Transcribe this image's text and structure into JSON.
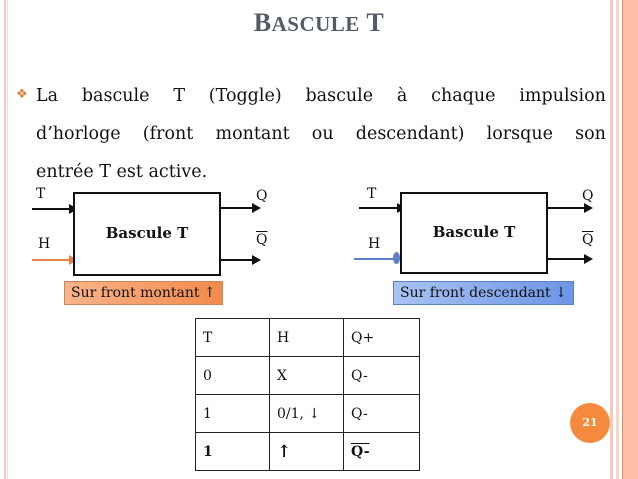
{
  "slide": {
    "title_first": "B",
    "title_rest": "ASCULE",
    "title_last": "T",
    "title_full": "Bascule T",
    "paragraph": {
      "line1": [
        "La",
        "bascule",
        "T",
        "(Toggle)",
        "bascule",
        "à",
        "chaque",
        "impulsion"
      ],
      "line2": [
        "d’horloge",
        "(front",
        "montant",
        "ou",
        "descendant)",
        "lorsque",
        "son"
      ],
      "line3": "entrée T est active."
    },
    "diagram_left": {
      "input_t": "T",
      "input_h": "H",
      "output_q": "Q",
      "output_qbar": "Q",
      "block_label": "Bascule T",
      "caption": "Sur front montant ↑",
      "clock_color": "#e8824a",
      "caption_color": "#f28a4b"
    },
    "diagram_right": {
      "input_t": "T",
      "input_h": "H",
      "output_q": "Q",
      "output_qbar": "Q",
      "block_label": "Bascule T",
      "caption": "Sur front descendant ↓",
      "clock_color": "#5b7fc9",
      "caption_color": "#6d95e6"
    },
    "truth_table": {
      "headers": [
        "T",
        "H",
        "Q+"
      ],
      "rows": [
        [
          "0",
          "X",
          "Q-"
        ],
        [
          "1",
          "0/1, ↓",
          "Q-"
        ],
        [
          "1",
          "↑",
          "Q-"
        ]
      ]
    },
    "page_number": "21",
    "accent_color": "#f58a3f"
  }
}
